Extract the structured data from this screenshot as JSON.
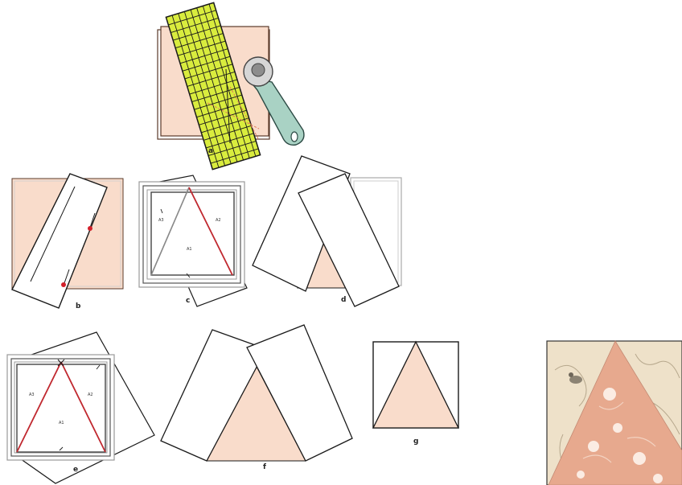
{
  "colors": {
    "fabric_peach": "#f9dccb",
    "fabric_deep": "#e7a98e",
    "fabric_cream": "#eee1c9",
    "ruler_yellow": "#d9ec3e",
    "cutter_mint": "#a9d2c4",
    "cutter_blade": "#8d8d8d",
    "seam_red": "#c0282f",
    "marker_red": "#d3202a",
    "outline": "#1a1a1a",
    "grey_line": "#888888"
  },
  "icons": [
    "rotary-cutter-icon",
    "quilting-ruler-icon"
  ],
  "panels": {
    "a": {
      "label": "a"
    },
    "b": {
      "label": "b"
    },
    "c": {
      "label": "c",
      "pieces": {
        "A1": "A1",
        "A2": "A2",
        "A3": "A3"
      }
    },
    "d": {
      "label": "d"
    },
    "e": {
      "label": "e",
      "pieces": {
        "A1": "A1",
        "A2": "A2",
        "A3": "A3"
      }
    },
    "f": {
      "label": "f"
    },
    "g": {
      "label": "g"
    }
  }
}
